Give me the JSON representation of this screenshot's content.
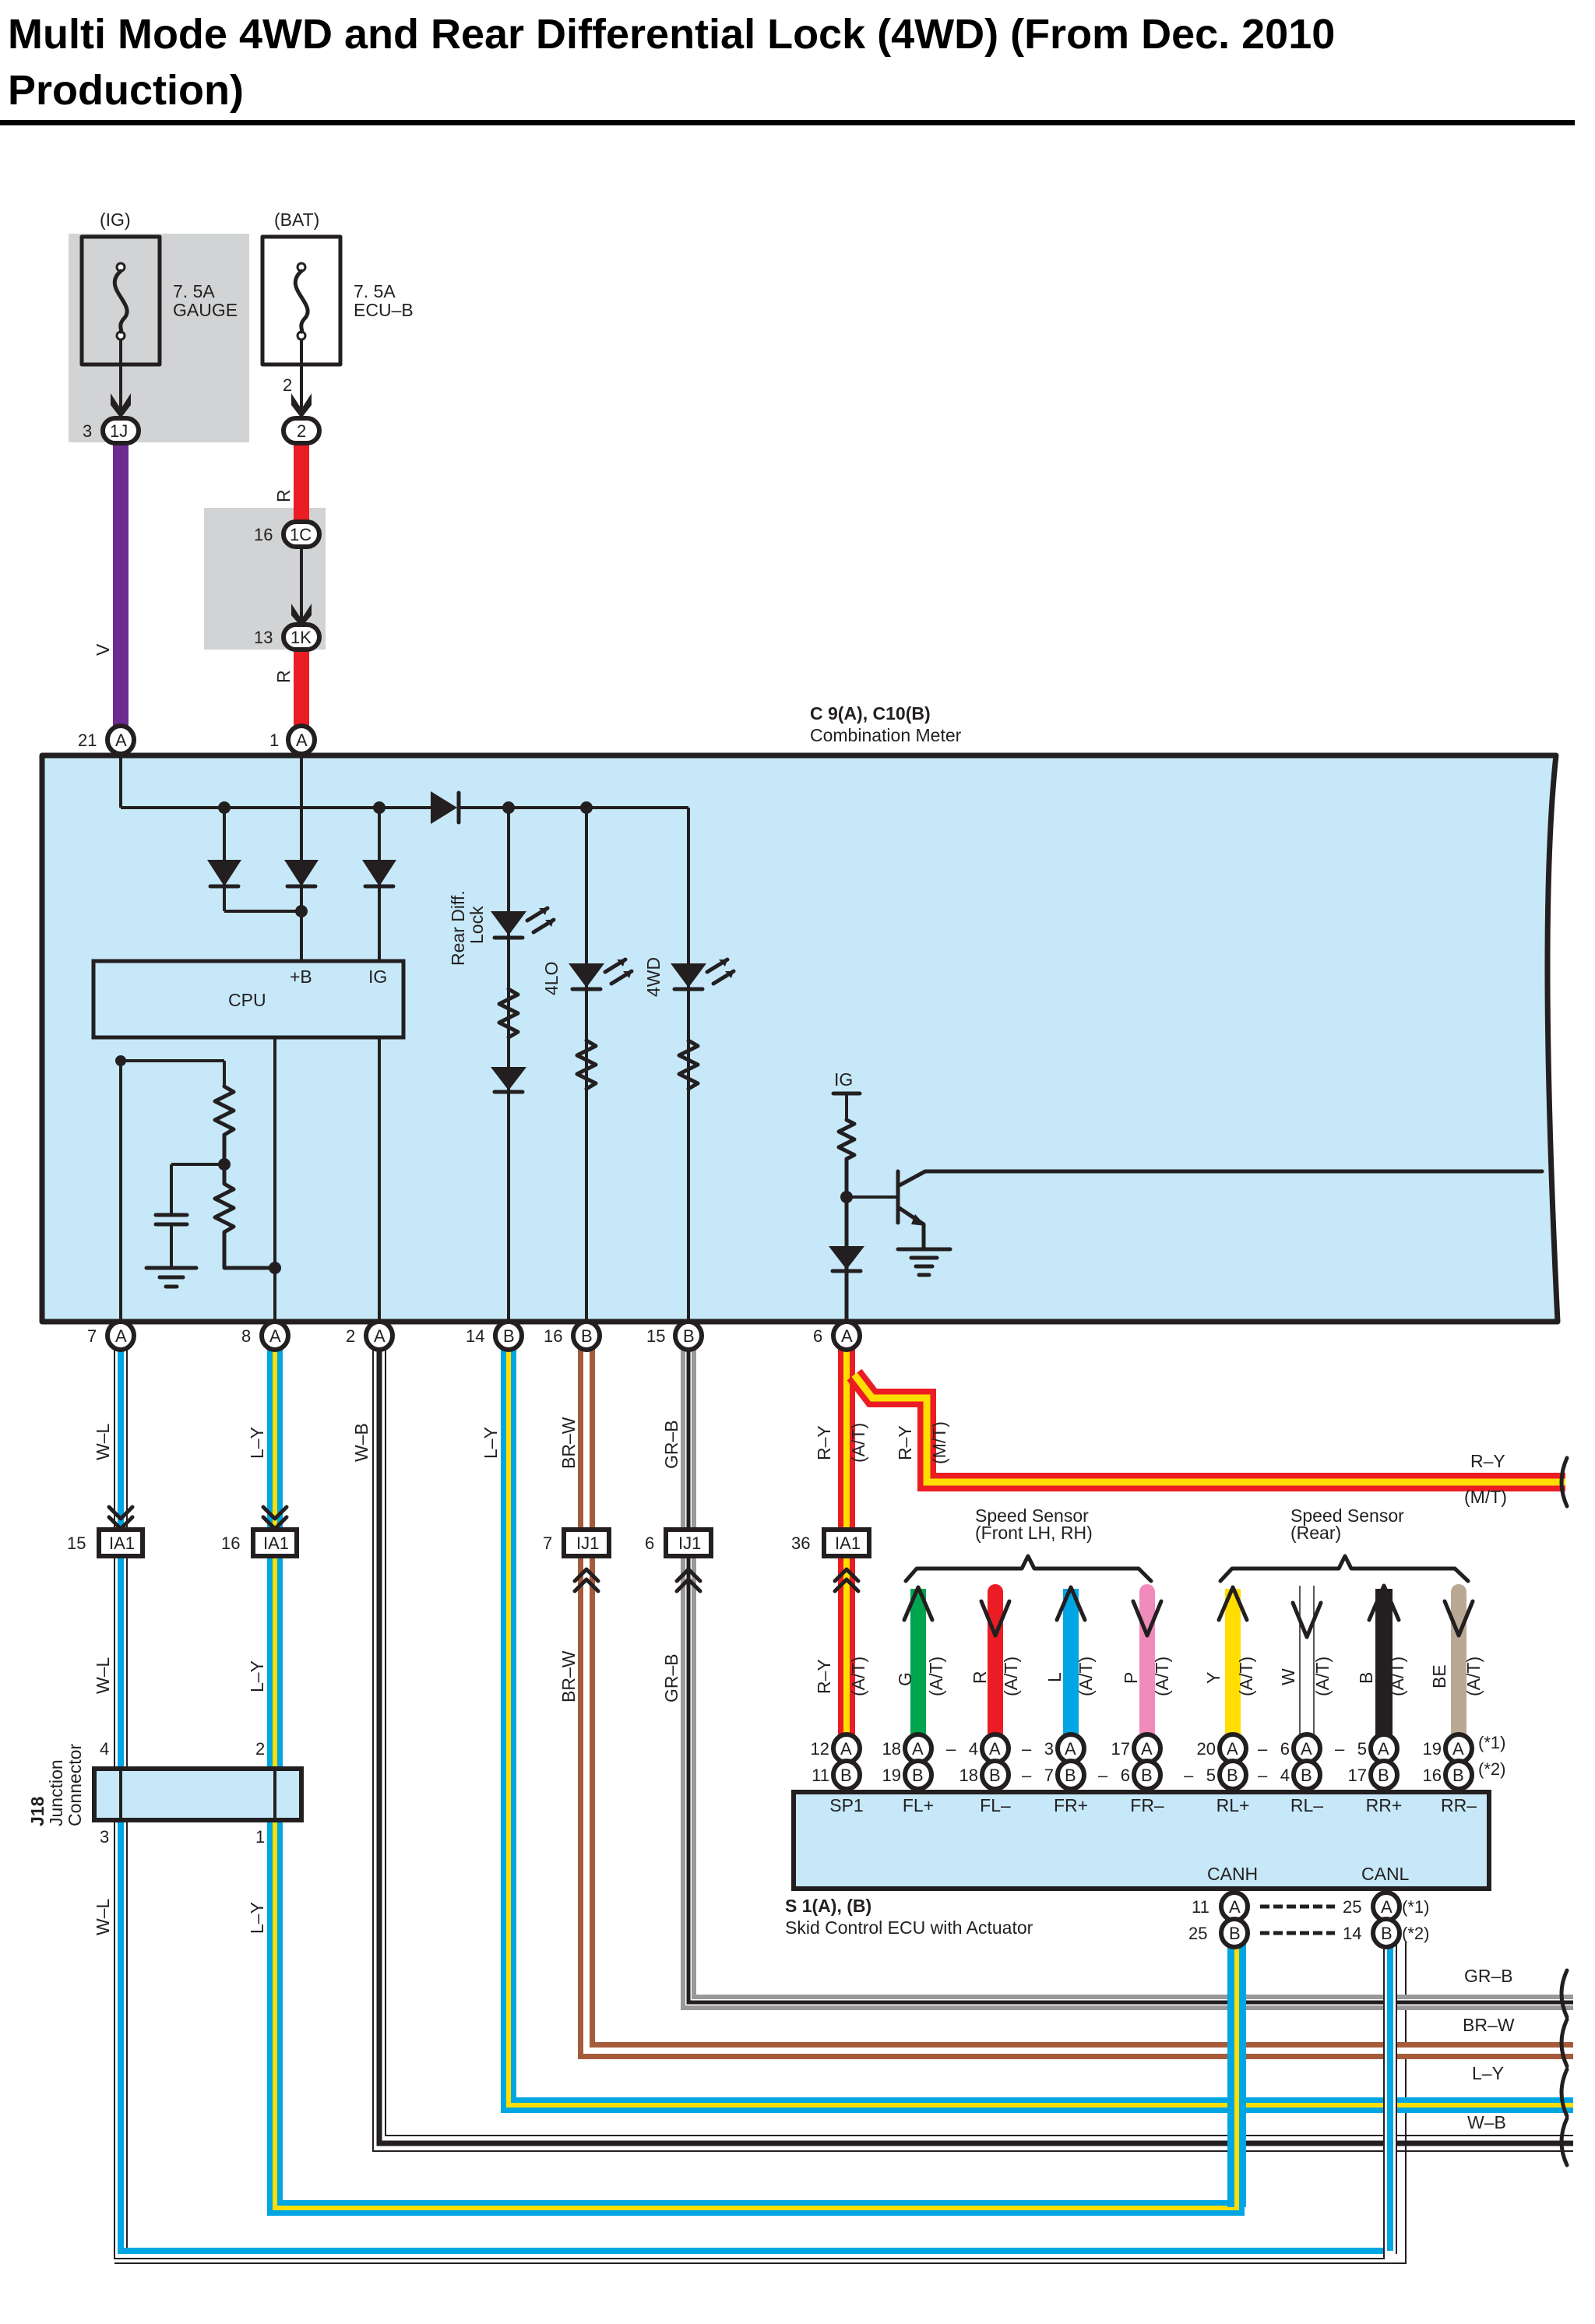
{
  "page": {
    "title": "Multi Mode 4WD and Rear Differential Lock (4WD) (From Dec. 2010 Production)"
  },
  "colors": {
    "component_fill": "#c6e8f8",
    "shade_fill": "#d1d3d4",
    "V": "#6e2c91",
    "R": "#ec1c24",
    "Y": "#ffde00",
    "L": "#00a6e3",
    "G": "#00a54f",
    "P": "#f08bbc",
    "BR": "#a65c3b",
    "GR": "#999999",
    "B": "#231f20",
    "W": "#ffffff",
    "BE": "#b9a994"
  },
  "fuses": [
    {
      "source": "(IG)",
      "rating": "7. 5A",
      "name": "GAUGE",
      "connector": "1J",
      "pin": "3"
    },
    {
      "source": "(BAT)",
      "rating": "7. 5A",
      "name": "ECU–B",
      "connector": "2",
      "pin": "2"
    }
  ],
  "inline_connectors": {
    "c1C": {
      "id": "1C",
      "pin": "16"
    },
    "c1K": {
      "id": "1K",
      "pin": "13"
    }
  },
  "combination_meter": {
    "code": "C 9(A), C10(B)",
    "name": "Combination Meter",
    "cpu_label": "CPU",
    "cpu_pin_b": "+B",
    "cpu_pin_ig": "IG",
    "ig_label": "IG",
    "indicators": [
      "Rear Diff. Lock",
      "4LO",
      "4WD"
    ],
    "top_pins": [
      {
        "pin": "21",
        "conn": "A",
        "wire": "V"
      },
      {
        "pin": "1",
        "conn": "A",
        "wire": "R"
      }
    ],
    "bottom_pins": [
      {
        "pin": "7",
        "conn": "A",
        "wire": "W–L"
      },
      {
        "pin": "8",
        "conn": "A",
        "wire": "L–Y"
      },
      {
        "pin": "2",
        "conn": "A",
        "wire": "W–B"
      },
      {
        "pin": "14",
        "conn": "B",
        "wire": "L–Y"
      },
      {
        "pin": "16",
        "conn": "B",
        "wire": "BR–W"
      },
      {
        "pin": "15",
        "conn": "B",
        "wire": "GR–B"
      },
      {
        "pin": "6",
        "conn": "A",
        "wire": "R–Y"
      }
    ]
  },
  "wire_labels": {
    "v": "V",
    "r": "R",
    "wl": "W–L",
    "ly": "L–Y",
    "wb": "W–B",
    "brw": "BR–W",
    "grb": "GR–B",
    "ry": "R–Y",
    "at": "(A/T)",
    "mt": "(M/T)"
  },
  "junction_connectors": [
    {
      "pin": "15",
      "id": "IA1"
    },
    {
      "pin": "16",
      "id": "IA1"
    },
    {
      "pin": "7",
      "id": "IJ1"
    },
    {
      "pin": "6",
      "id": "IJ1"
    },
    {
      "pin": "36",
      "id": "IA1"
    }
  ],
  "j18": {
    "code": "J18",
    "name1": "Junction",
    "name2": "Connector",
    "pins": {
      "top_left": "4",
      "top_right": "2",
      "bottom_left": "3",
      "bottom_right": "1"
    }
  },
  "speed_sensors": {
    "front_label1": "Speed Sensor",
    "front_label2": "(Front LH,  RH)",
    "rear_label1": "Speed Sensor",
    "rear_label2": "(Rear)"
  },
  "skid_ecu": {
    "code": "S 1(A), (B)",
    "name": "Skid Control ECU with Actuator",
    "terminals": [
      {
        "name": "SP1",
        "wire": "R–Y",
        "pinA": "12",
        "pinB": "11",
        "dashA": "",
        "dashB": ""
      },
      {
        "name": "FL+",
        "wire": "G",
        "pinA": "18",
        "pinB": "19",
        "dashA": "",
        "dashB": ""
      },
      {
        "name": "FL–",
        "wire": "R",
        "pinA": "4",
        "pinB": "18",
        "dashA": "–",
        "dashB": ""
      },
      {
        "name": "FR+",
        "wire": "L",
        "pinA": "3",
        "pinB": "7",
        "dashA": "–",
        "dashB": "–"
      },
      {
        "name": "FR–",
        "wire": "P",
        "pinA": "17",
        "pinB": "6",
        "dashA": "",
        "dashB": "–"
      },
      {
        "name": "RL+",
        "wire": "Y",
        "pinA": "20",
        "pinB": "5",
        "dashA": "",
        "dashB": "–"
      },
      {
        "name": "RL–",
        "wire": "W",
        "pinA": "6",
        "pinB": "4",
        "dashA": "–",
        "dashB": "–"
      },
      {
        "name": "RR+",
        "wire": "B",
        "pinA": "5",
        "pinB": "17",
        "dashA": "–",
        "dashB": ""
      },
      {
        "name": "RR–",
        "wire": "BE",
        "pinA": "19",
        "pinB": "16",
        "dashA": "",
        "dashB": ""
      }
    ],
    "note1": "(*1)",
    "note2": "(*2)",
    "canh": {
      "name": "CANH",
      "pinA": "11",
      "pinB": "25"
    },
    "canl": {
      "name": "CANL",
      "pinA": "25",
      "pinB": "14"
    }
  },
  "continuation_labels": [
    "R–Y",
    "(M/T)",
    "GR–B",
    "BR–W",
    "L–Y",
    "W–B"
  ]
}
